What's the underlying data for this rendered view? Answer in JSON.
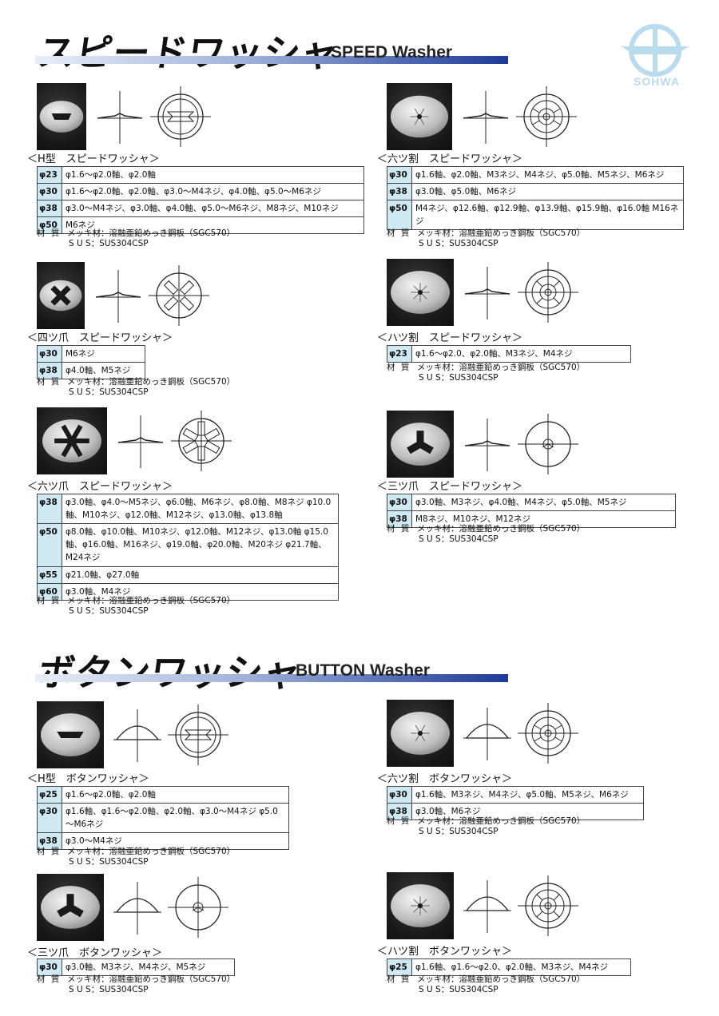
{
  "brand": {
    "name": "SOHWA"
  },
  "speed": {
    "title_jp": "スピードワッシャ",
    "title_en": "SPEED Washer"
  },
  "button": {
    "title_jp": "ボタンワッシャ",
    "title_en": "BUTTON Washer"
  },
  "colors": {
    "size_cell": "#cfe9f3",
    "bar_dark": "#1d3a97",
    "logo": "#b9dbee"
  },
  "material": {
    "label": "材 質",
    "plated": "メッキ材：溶融亜鉛めっき鋼板（SGC570）",
    "sus": "S U S：SUS304CSP"
  },
  "products": [
    {
      "key": "speed-h",
      "title": "＜H型　スピードワッシャ＞",
      "icon": "h-type-washer",
      "rows": [
        {
          "size": "φ23",
          "spec": "φ1.6～φ2.0軸、φ2.0軸"
        },
        {
          "size": "φ30",
          "spec": "φ1.6～φ2.0軸、φ2.0軸、φ3.0～M4ネジ、φ4.0軸、φ5.0～M6ネジ"
        },
        {
          "size": "φ38",
          "spec": "φ3.0～M4ネジ、φ3.0軸、φ4.0軸、φ5.0～M6ネジ、M8ネジ、M10ネジ"
        },
        {
          "size": "φ50",
          "spec": "M6ネジ"
        }
      ]
    },
    {
      "key": "speed-6split",
      "title": "＜六ツ割　スピードワッシャ＞",
      "icon": "six-split-washer",
      "rows": [
        {
          "size": "φ30",
          "spec": "φ1.6軸、φ2.0軸、M3ネジ、M4ネジ、φ5.0軸、M5ネジ、M6ネジ"
        },
        {
          "size": "φ38",
          "spec": "φ3.0軸、φ5.0軸、M6ネジ"
        },
        {
          "size": "φ50",
          "spec": "M4ネジ、φ12.6軸、φ12.9軸、φ13.9軸、φ15.9軸、φ16.0軸 M16ネジ"
        }
      ]
    },
    {
      "key": "speed-4claw",
      "title": "＜四ツ爪　スピードワッシャ＞",
      "icon": "four-claw-washer",
      "rows": [
        {
          "size": "φ30",
          "spec": "M6ネジ"
        },
        {
          "size": "φ38",
          "spec": "φ4.0軸、M5ネジ"
        }
      ]
    },
    {
      "key": "speed-8split",
      "title": "＜ハツ割　スピードワッシャ＞",
      "icon": "eight-split-washer",
      "rows": [
        {
          "size": "φ23",
          "spec": "φ1.6～φ2.0、φ2.0軸、M3ネジ、M4ネジ"
        }
      ]
    },
    {
      "key": "speed-6claw",
      "title": "＜六ツ爪　スピードワッシャ＞",
      "icon": "six-claw-washer",
      "rows": [
        {
          "size": "φ38",
          "spec": "φ3.0軸、φ4.0～M5ネジ、φ6.0軸、M6ネジ、φ8.0軸、M8ネジ φ10.0軸、M10ネジ、φ12.0軸、M12ネジ、φ13.0軸、φ13.8軸"
        },
        {
          "size": "φ50",
          "spec": "φ8.0軸、φ10.0軸、M10ネジ、φ12.0軸、M12ネジ、φ13.0軸 φ15.0軸、φ16.0軸、M16ネジ、φ19.0軸、φ20.0軸、M20ネジ φ21.7軸、M24ネジ"
        },
        {
          "size": "φ55",
          "spec": "φ21.0軸、φ27.0軸"
        },
        {
          "size": "φ60",
          "spec": "φ3.0軸、M4ネジ"
        }
      ]
    },
    {
      "key": "speed-3claw",
      "title": "＜三ツ爪　スピードワッシャ＞",
      "icon": "three-claw-washer",
      "rows": [
        {
          "size": "φ30",
          "spec": "φ3.0軸、M3ネジ、φ4.0軸、M4ネジ、φ5.0軸、M5ネジ"
        },
        {
          "size": "φ38",
          "spec": "M8ネジ、M10ネジ、M12ネジ"
        }
      ]
    },
    {
      "key": "button-h",
      "title": "＜H型　ボタンワッシャ＞",
      "icon": "h-type-button-washer",
      "rows": [
        {
          "size": "φ25",
          "spec": "φ1.6～φ2.0軸、φ2.0軸"
        },
        {
          "size": "φ30",
          "spec": "φ1.6軸、φ1.6～φ2.0軸、φ2.0軸、φ3.0～M4ネジ φ5.0～M6ネジ"
        },
        {
          "size": "φ38",
          "spec": "φ3.0～M4ネジ"
        }
      ]
    },
    {
      "key": "button-6split",
      "title": "＜六ツ割　ボタンワッシャ＞",
      "icon": "six-split-button-washer",
      "rows": [
        {
          "size": "φ30",
          "spec": "φ1.6軸、M3ネジ、M4ネジ、φ5.0軸、M5ネジ、M6ネジ"
        },
        {
          "size": "φ38",
          "spec": "φ3.0軸、M6ネジ"
        }
      ]
    },
    {
      "key": "button-3claw",
      "title": "＜三ツ爪　ボタンワッシャ＞",
      "icon": "three-claw-button-washer",
      "rows": [
        {
          "size": "φ30",
          "spec": "φ3.0軸、M3ネジ、M4ネジ、M5ネジ"
        }
      ]
    },
    {
      "key": "button-8split",
      "title": "＜ハツ割　ボタンワッシャ＞",
      "icon": "eight-split-button-washer",
      "rows": [
        {
          "size": "φ25",
          "spec": "φ1.6軸、φ1.6～φ2.0、φ2.0軸、M3ネジ、M4ネジ"
        }
      ]
    }
  ]
}
